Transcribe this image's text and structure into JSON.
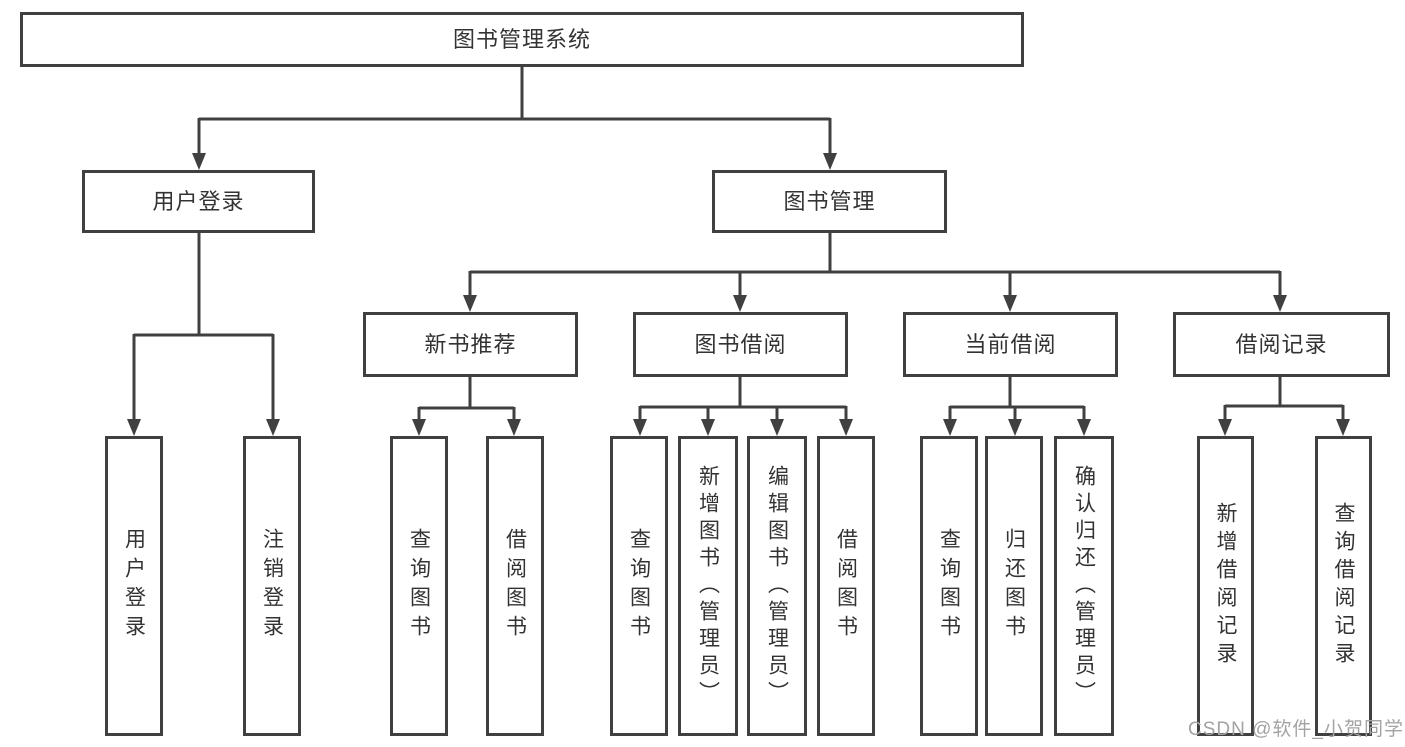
{
  "title": "图书管理系统",
  "level2": [
    {
      "label": "用户登录"
    },
    {
      "label": "图书管理"
    }
  ],
  "level3": [
    {
      "label": "新书推荐",
      "parent": "图书管理"
    },
    {
      "label": "图书借阅",
      "parent": "图书管理"
    },
    {
      "label": "当前借阅",
      "parent": "图书管理"
    },
    {
      "label": "借阅记录",
      "parent": "图书管理"
    }
  ],
  "leaves": [
    {
      "label": "用户登录",
      "parent": "用户登录"
    },
    {
      "label": "注销登录",
      "parent": "用户登录"
    },
    {
      "label": "查询图书",
      "parent": "新书推荐"
    },
    {
      "label": "借阅图书",
      "parent": "新书推荐"
    },
    {
      "label": "查询图书",
      "parent": "图书借阅"
    },
    {
      "label": "新增图书（管理员）",
      "parent": "图书借阅"
    },
    {
      "label": "编辑图书（管理员）",
      "parent": "图书借阅"
    },
    {
      "label": "借阅图书",
      "parent": "图书借阅"
    },
    {
      "label": "查询图书",
      "parent": "当前借阅"
    },
    {
      "label": "归还图书",
      "parent": "当前借阅"
    },
    {
      "label": "确认归还（管理员）",
      "parent": "当前借阅"
    },
    {
      "label": "新增借阅记录",
      "parent": "借阅记录"
    },
    {
      "label": "查询借阅记录",
      "parent": "借阅记录"
    }
  ],
  "watermark": "CSDN @软件_小贺同学",
  "colors": {
    "line": "#404040",
    "text": "#333333",
    "watermark": "#a3a3a3",
    "background": "#ffffff"
  }
}
